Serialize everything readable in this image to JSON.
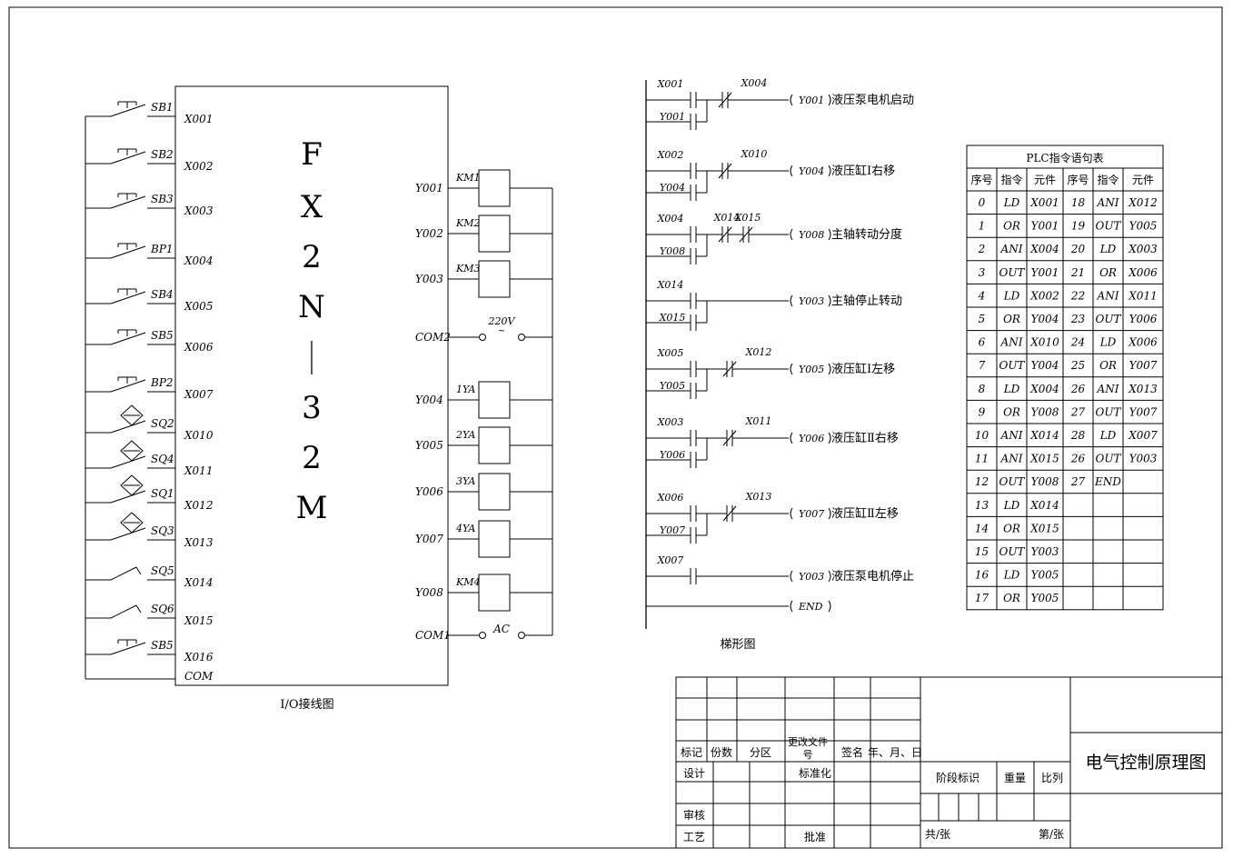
{
  "plc_model": [
    "F",
    "X",
    "2",
    "N",
    "—",
    "3",
    "2",
    "M"
  ],
  "io_caption": "I/O接线图",
  "ladder_caption": "梯形图",
  "inputs": [
    {
      "dev": "SB1",
      "x": "X001",
      "kind": "btn"
    },
    {
      "dev": "SB2",
      "x": "X002",
      "kind": "btn"
    },
    {
      "dev": "SB3",
      "x": "X003",
      "kind": "btn"
    },
    {
      "dev": "BP1",
      "x": "X004",
      "kind": "btn"
    },
    {
      "dev": "SB4",
      "x": "X005",
      "kind": "btn"
    },
    {
      "dev": "SB5",
      "x": "X006",
      "kind": "btn"
    },
    {
      "dev": "BP2",
      "x": "X007",
      "kind": "btn"
    },
    {
      "dev": "SQ2",
      "x": "X010",
      "kind": "prox"
    },
    {
      "dev": "SQ4",
      "x": "X011",
      "kind": "prox"
    },
    {
      "dev": "SQ1",
      "x": "X012",
      "kind": "prox"
    },
    {
      "dev": "SQ3",
      "x": "X013",
      "kind": "prox"
    },
    {
      "dev": "SQ5",
      "x": "X014",
      "kind": "limit"
    },
    {
      "dev": "SQ6",
      "x": "X015",
      "kind": "limit"
    },
    {
      "dev": "SB5",
      "x": "X016",
      "kind": "btn"
    }
  ],
  "com_label": "COM",
  "outputs": [
    {
      "y": "Y001",
      "load": "KM1"
    },
    {
      "y": "Y002",
      "load": "KM2"
    },
    {
      "y": "Y003",
      "load": "KM3"
    },
    {
      "y": "COM2",
      "load": "220V"
    },
    {
      "y": "Y004",
      "load": "1YA"
    },
    {
      "y": "Y005",
      "load": "2YA"
    },
    {
      "y": "Y006",
      "load": "3YA"
    },
    {
      "y": "Y007",
      "load": "4YA"
    },
    {
      "y": "Y008",
      "load": "KM4"
    },
    {
      "y": "COM1",
      "load": "AC"
    }
  ],
  "rungs": [
    {
      "no": [
        "X001"
      ],
      "par": "Y001",
      "nc": [
        "X004"
      ],
      "coil": "Y001",
      "desc": "液压泵电机启动"
    },
    {
      "no": [
        "X002"
      ],
      "par": "Y004",
      "nc": [
        "X010"
      ],
      "coil": "Y004",
      "desc": "液压缸Ⅰ右移"
    },
    {
      "no": [
        "X004"
      ],
      "par": "Y008",
      "nc": [
        "X014",
        "X015"
      ],
      "coil": "Y008",
      "desc": "主轴转动分度"
    },
    {
      "no": [
        "X014"
      ],
      "par": "X015",
      "nc": [],
      "coil": "Y003",
      "desc": "主轴停止转动"
    },
    {
      "no": [
        "X005"
      ],
      "par": "Y005",
      "nc": [
        "X012"
      ],
      "coil": "Y005",
      "desc": "液压缸Ⅰ左移"
    },
    {
      "no": [
        "X003"
      ],
      "par": "Y006",
      "nc": [
        "X011"
      ],
      "coil": "Y006",
      "desc": "液压缸Ⅱ右移"
    },
    {
      "no": [
        "X006"
      ],
      "par": "Y007",
      "nc": [
        "X013"
      ],
      "coil": "Y007",
      "desc": "液压缸Ⅱ左移"
    },
    {
      "no": [
        "X007"
      ],
      "par": "",
      "nc": [],
      "coil": "Y003",
      "desc": "液压泵电机停止"
    },
    {
      "no": [],
      "par": "",
      "nc": [],
      "coil": "END",
      "desc": ""
    }
  ],
  "plc_table": {
    "title": "PLC指令语句表",
    "headers": [
      "序号",
      "指令",
      "元件",
      "序号",
      "指令",
      "元件"
    ],
    "rows": [
      [
        "0",
        "LD",
        "X001",
        "18",
        "ANI",
        "X012"
      ],
      [
        "1",
        "OR",
        "Y001",
        "19",
        "OUT",
        "Y005"
      ],
      [
        "2",
        "ANI",
        "X004",
        "20",
        "LD",
        "X003"
      ],
      [
        "3",
        "OUT",
        "Y001",
        "21",
        "OR",
        "X006"
      ],
      [
        "4",
        "LD",
        "X002",
        "22",
        "ANI",
        "X011"
      ],
      [
        "5",
        "OR",
        "Y004",
        "23",
        "OUT",
        "Y006"
      ],
      [
        "6",
        "ANI",
        "X010",
        "24",
        "LD",
        "X006"
      ],
      [
        "7",
        "OUT",
        "Y004",
        "25",
        "OR",
        "Y007"
      ],
      [
        "8",
        "LD",
        "X004",
        "26",
        "ANI",
        "X013"
      ],
      [
        "9",
        "OR",
        "Y008",
        "27",
        "OUT",
        "Y007"
      ],
      [
        "10",
        "ANI",
        "X014",
        "28",
        "LD",
        "X007"
      ],
      [
        "11",
        "ANI",
        "X015",
        "26",
        "OUT",
        "Y003"
      ],
      [
        "12",
        "OUT",
        "Y008",
        "27",
        "END",
        ""
      ],
      [
        "13",
        "LD",
        "X014",
        "",
        "",
        ""
      ],
      [
        "14",
        "OR",
        "X015",
        "",
        "",
        ""
      ],
      [
        "15",
        "OUT",
        "Y003",
        "",
        "",
        ""
      ],
      [
        "16",
        "LD",
        "Y005",
        "",
        "",
        ""
      ],
      [
        "17",
        "OR",
        "Y005",
        "",
        "",
        ""
      ]
    ]
  },
  "title_block": {
    "rev_headers": [
      "标记",
      "份数",
      "分区",
      "更改文件号",
      "签名",
      "年、月、日"
    ],
    "design": "设计",
    "standardize": "标准化",
    "review": "审核",
    "process": "工艺",
    "approve": "批准",
    "stage": "阶段标识",
    "weight": "重量",
    "scale": "比列",
    "total": "共/张",
    "sheet": "第/张",
    "drawing_title": "电气控制原理图"
  }
}
